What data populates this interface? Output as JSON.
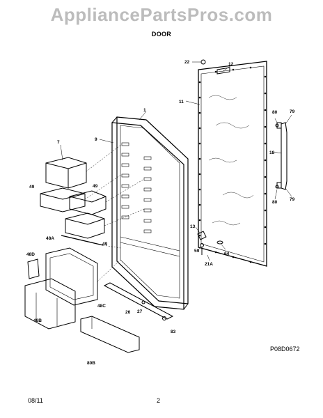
{
  "watermark": "AppliancePartsPros.com",
  "section_title": "DOOR",
  "figure_id": "P08D0672",
  "footer": {
    "date": "08/11",
    "page": "2"
  },
  "callouts": [
    "1",
    "7",
    "9",
    "11",
    "12",
    "13",
    "18",
    "21A",
    "22",
    "26",
    "27",
    "48A",
    "48B",
    "48C",
    "48D",
    "49",
    "49",
    "49",
    "59",
    "64",
    "79",
    "79",
    "80",
    "80",
    "80B",
    "83"
  ]
}
